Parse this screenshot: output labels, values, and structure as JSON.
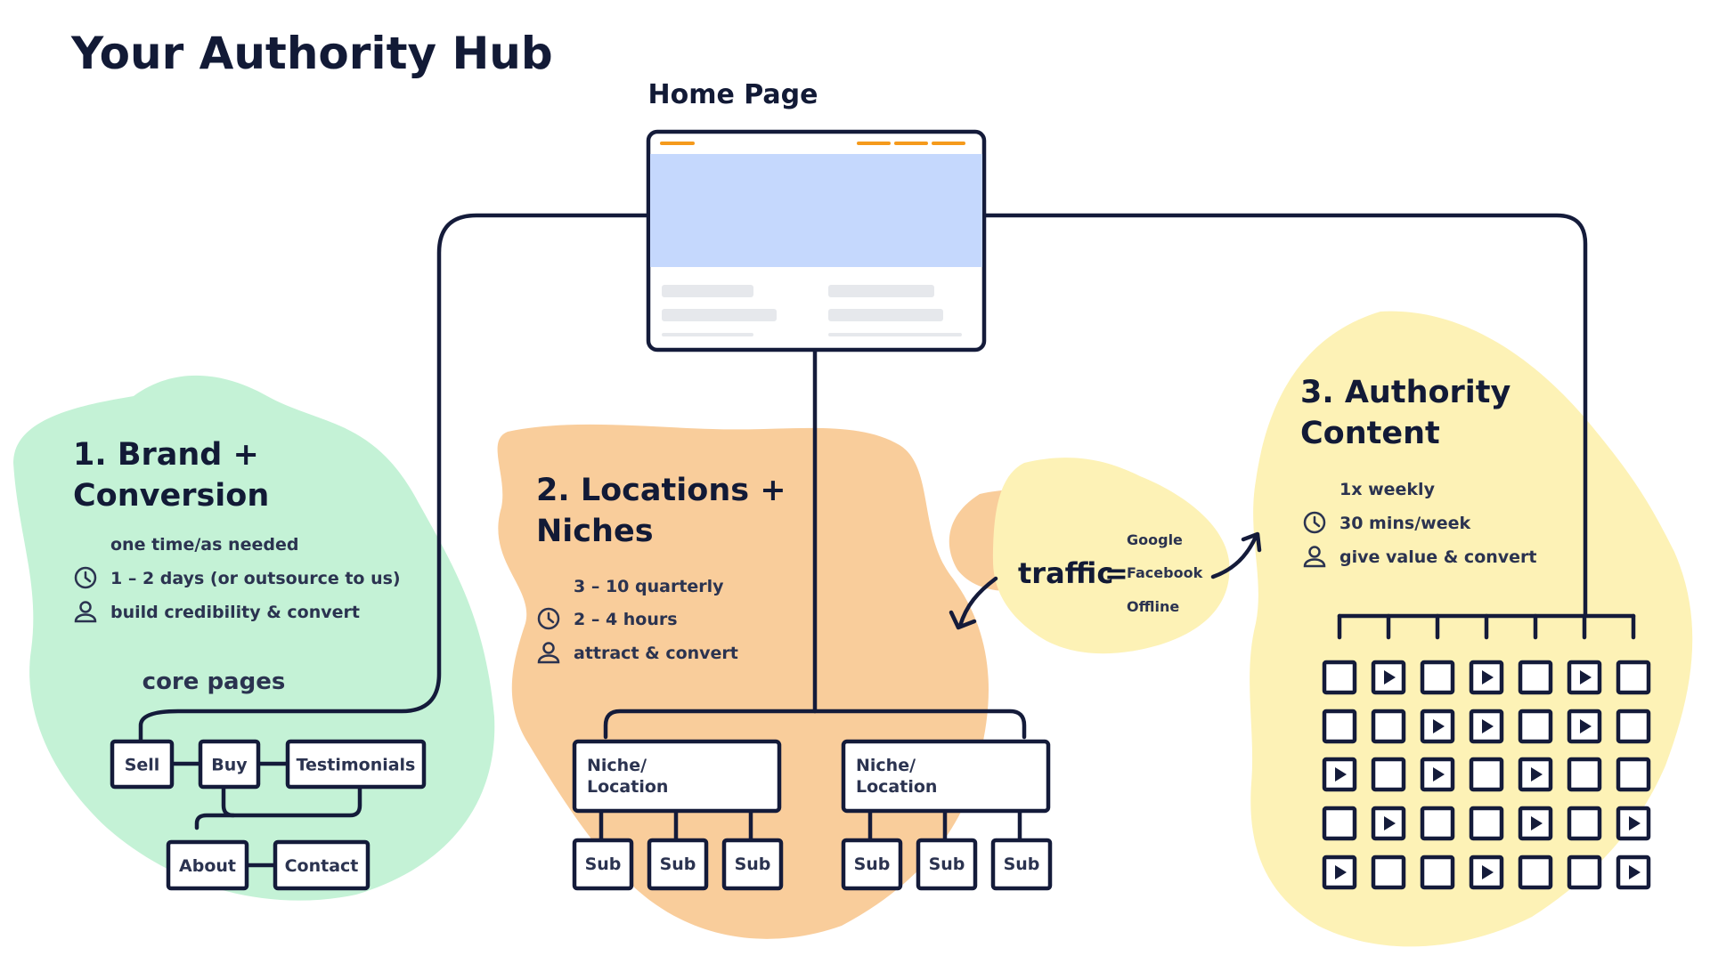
{
  "title": "Your Authority Hub",
  "home": {
    "label": "Home Page"
  },
  "colors": {
    "ink": "#141b3a",
    "green": "#c4f2d6",
    "orange": "#f9cd9b",
    "yellow": "#fdf2b6",
    "accent": "#f59a1c",
    "hero": "#c5d8fd"
  },
  "icons": {
    "time": "clock-icon",
    "role": "person-icon",
    "video": "play-icon"
  },
  "brand": {
    "title_lines": [
      "1. Brand +",
      "Conversion"
    ],
    "frequency": "one time/as needed",
    "time": "1 – 2 days (or outsource to us)",
    "role": "build credibility & convert",
    "core_label": "core pages",
    "pages": [
      "Sell",
      "Buy",
      "Testimonials",
      "About",
      "Contact"
    ]
  },
  "locations": {
    "title_lines": [
      "2. Locations +",
      "Niches"
    ],
    "frequency": "3 – 10 quarterly",
    "time": "2 – 4 hours",
    "role": "attract & convert",
    "niche_lines": [
      "Niche/",
      "Location"
    ],
    "sub_label": "Sub"
  },
  "traffic": {
    "word": "traffic",
    "equals": "=",
    "sources": [
      "Google",
      "Facebook",
      "Offline"
    ]
  },
  "authority": {
    "title_lines": [
      "3. Authority",
      "Content"
    ],
    "frequency": "1x weekly",
    "time": "30 mins/week",
    "role": "give value & convert",
    "grid": [
      [
        0,
        1,
        0,
        1,
        0,
        1,
        0
      ],
      [
        0,
        0,
        1,
        1,
        0,
        1,
        0
      ],
      [
        1,
        0,
        1,
        0,
        1,
        0,
        0
      ],
      [
        0,
        1,
        0,
        0,
        1,
        0,
        1
      ],
      [
        1,
        0,
        0,
        1,
        0,
        0,
        1
      ]
    ]
  }
}
